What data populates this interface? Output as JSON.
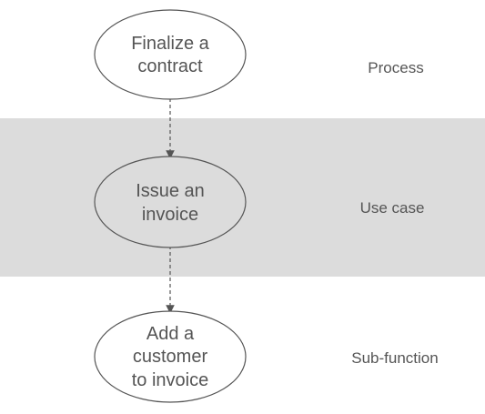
{
  "diagram": {
    "nodes": [
      {
        "id": "process-node",
        "lines": [
          "Finalize a",
          "contract"
        ]
      },
      {
        "id": "usecase-node",
        "lines": [
          "Issue an",
          "invoice"
        ]
      },
      {
        "id": "subfunction-node",
        "lines": [
          "Add a",
          "customer",
          "to invoice"
        ]
      }
    ],
    "levels": {
      "process": "Process",
      "use_case": "Use case",
      "sub_function": "Sub-function"
    },
    "colors": {
      "band": "#dcdcdc",
      "stroke": "#555555",
      "ellipse_fill_plain": "#ffffff",
      "ellipse_fill_highlight": "#dcdcdc",
      "text": "#555555"
    }
  }
}
